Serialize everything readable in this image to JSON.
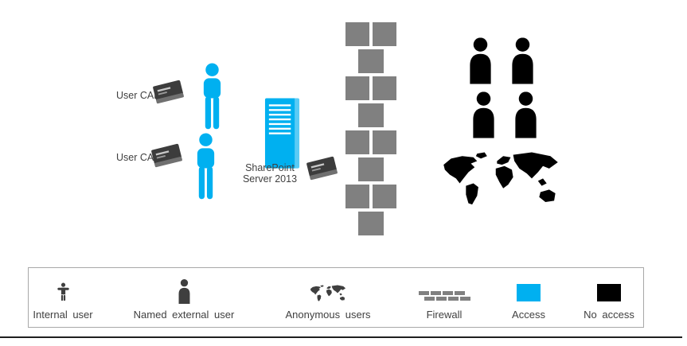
{
  "colors": {
    "access": "#00b0f0",
    "no_access": "#000000",
    "firewall_brick": "#808080",
    "text": "#404040",
    "book": "#3c3c3c",
    "legend_icon": "#3f3f3f"
  },
  "diagram": {
    "user_cal_labels": [
      {
        "label": "User CAL"
      },
      {
        "label": "User CAL"
      }
    ],
    "server": {
      "line1": "SharePoint",
      "line2": "Server 2013"
    }
  },
  "legend": {
    "internal_user": "Internal user",
    "named_external_user": "Named external user",
    "anonymous_users": "Anonymous users",
    "firewall": "Firewall",
    "access": "Access",
    "no_access": "No access"
  }
}
